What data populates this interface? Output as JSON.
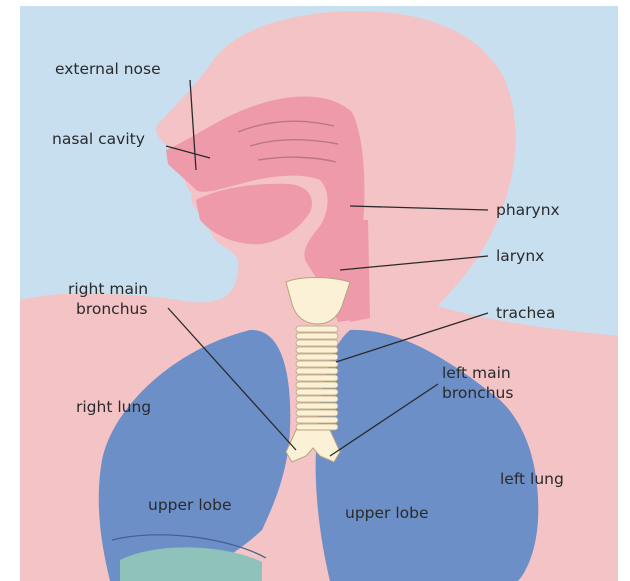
{
  "labels": {
    "external_nose": "external nose",
    "nasal_cavity": "nasal cavity",
    "pharynx": "pharynx",
    "larynx": "larynx",
    "right_main_line1": "right main",
    "right_main_line2": "bronchus",
    "trachea": "trachea",
    "left_main_line1": "left main",
    "left_main_line2": "bronchus",
    "right_lung": "right lung",
    "left_lung": "left lung",
    "upper_lobe_right": "upper lobe",
    "upper_lobe_left": "upper lobe"
  },
  "colors": {
    "background": "#c8dff0",
    "body": "#f3c3c6",
    "airway": "#ef9aaa",
    "lung": "#6c8fc8",
    "trachea": "#fbf1d6",
    "lower_lobe": "#8fc2ba"
  }
}
